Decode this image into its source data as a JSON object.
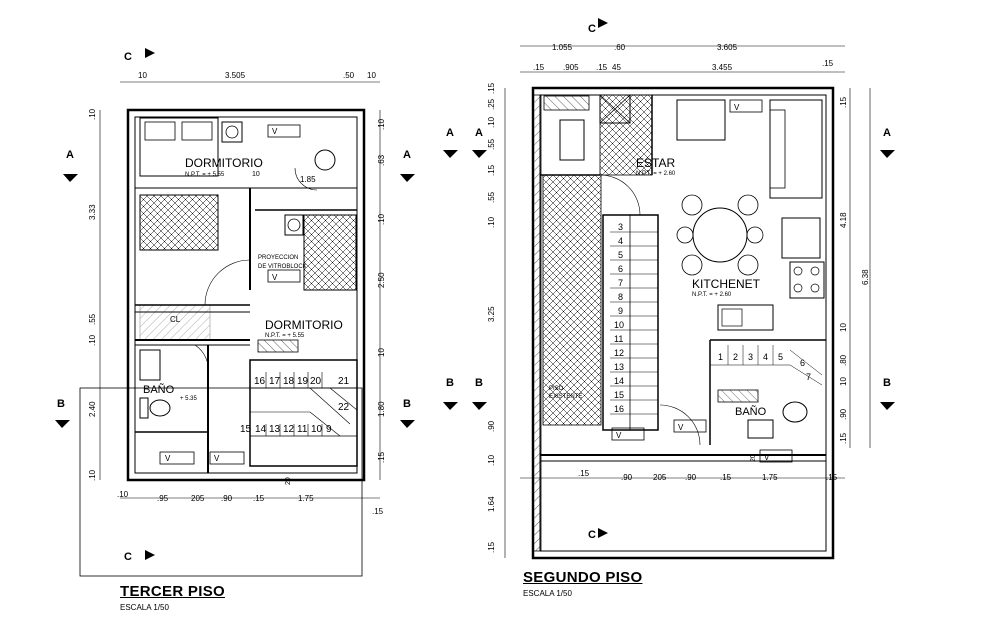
{
  "left_plan": {
    "title": "TERCER PISO",
    "scale": "ESCALA 1/50",
    "rooms": {
      "dormitorio_1": "DORMITORIO",
      "dormitorio_1_npt": "N.P.T. = + 5.55",
      "dormitorio_2": "DORMITORIO",
      "dormitorio_2_npt": "N.P.T. = + 5.55",
      "bano": "BAÑO",
      "bano_npt": "+ 5.35",
      "closet": "CL",
      "proyeccion": "PROYECCION",
      "proyeccion_2": "DE VITROBLOCK"
    },
    "dims_top": [
      "10",
      "3.505",
      ".50",
      "10"
    ],
    "dims_bottom": [
      ".10",
      ".95",
      "205",
      ".90",
      ".15",
      "1.75",
      ".15"
    ],
    "dims_left": [
      ".10",
      "3.33",
      ".55",
      ".10",
      "2.40",
      ".10"
    ],
    "dims_right": [
      ".10",
      ".63",
      ".10",
      "2.50",
      "10",
      "1.80",
      ".15"
    ],
    "dims_inner": [
      "10",
      "1.85",
      "20"
    ],
    "stairs_top": [
      "16",
      "17",
      "18",
      "19",
      "20",
      "21",
      "22"
    ],
    "stairs_bottom": [
      "15",
      "14",
      "13",
      "12",
      "11",
      "10",
      "9"
    ]
  },
  "right_plan": {
    "title": "SEGUNDO PISO",
    "scale": "ESCALA 1/50",
    "rooms": {
      "estar": "ESTAR",
      "estar_npt": "N.P.T. = + 2.60",
      "kitchenet": "KITCHENET",
      "kitchenet_npt": "N.P.T. = + 2.60",
      "bano": "BAÑO",
      "piso": "PISO",
      "piso_2": "EXISTENTE"
    },
    "dims_top_1": [
      "1.055",
      ".60",
      "3.605"
    ],
    "dims_top_2": [
      ".15",
      ".905",
      ".15",
      "45",
      "3.455",
      ".15"
    ],
    "dims_left": [
      ".15",
      ".25",
      ".10",
      ".55",
      ".15",
      ".55",
      ".10",
      "3.25",
      ".90",
      ".10",
      "1.64",
      ".15"
    ],
    "dims_right": [
      ".15",
      "4.18",
      "6.38",
      "10",
      ".80",
      "10",
      ".90",
      ".15"
    ],
    "dims_bottom": [
      ".15",
      ".90",
      "205",
      ".90",
      ".15",
      "1.75",
      ".15"
    ],
    "dims_inner": [
      "20"
    ],
    "stairs": [
      "3",
      "4",
      "5",
      "6",
      "7",
      "8",
      "9",
      "10",
      "11",
      "12",
      "13",
      "14",
      "15",
      "16"
    ],
    "stairs_small": [
      "1",
      "2",
      "3",
      "4",
      "5",
      "6",
      "7"
    ]
  },
  "section_markers": {
    "a": "A",
    "b": "B",
    "c": "C"
  },
  "outlet_labels": {
    "v": "V"
  }
}
